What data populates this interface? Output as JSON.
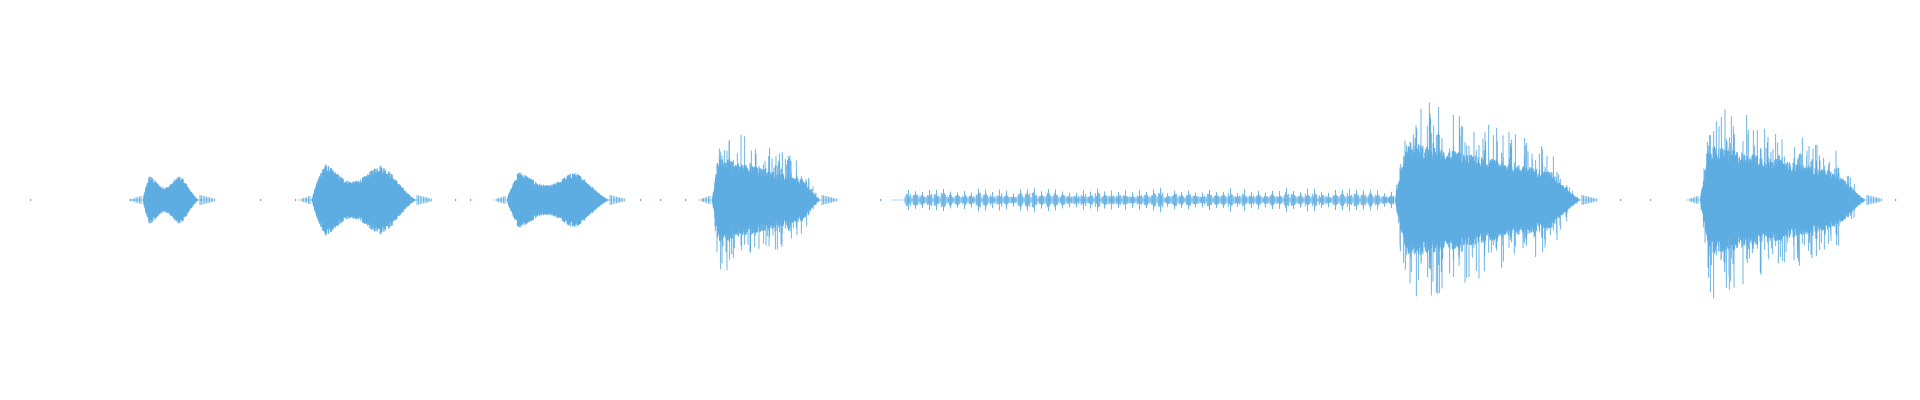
{
  "waveform": {
    "color": "#5DADE2",
    "background": "#FFFFFF",
    "duration_units": 1920,
    "segments": [
      {
        "name": "burst-1",
        "start": 143,
        "end": 198,
        "peak": 0.13,
        "texture": "blob"
      },
      {
        "name": "burst-2",
        "start": 312,
        "end": 415,
        "peak": 0.19,
        "texture": "blob"
      },
      {
        "name": "burst-3",
        "start": 507,
        "end": 608,
        "peak": 0.15,
        "texture": "blob"
      },
      {
        "name": "burst-4",
        "start": 712,
        "end": 820,
        "peak": 0.4,
        "texture": "spiky"
      },
      {
        "name": "pulse-train",
        "start": 905,
        "end": 1395,
        "peak": 0.06,
        "texture": "pulses",
        "pulse_count": 70
      },
      {
        "name": "burst-5",
        "start": 1395,
        "end": 1580,
        "peak": 0.55,
        "texture": "spiky"
      },
      {
        "name": "burst-6",
        "start": 1700,
        "end": 1865,
        "peak": 0.52,
        "texture": "spiky"
      }
    ],
    "noise_dots": [
      30,
      130,
      200,
      260,
      295,
      455,
      470,
      640,
      660,
      685,
      880,
      1620,
      1650,
      1895
    ]
  }
}
